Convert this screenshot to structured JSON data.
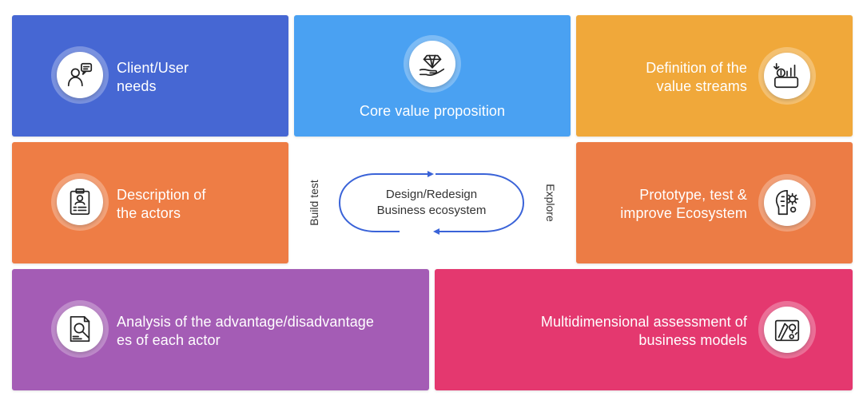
{
  "tiles": {
    "client": {
      "label": "Client/User\nneeds",
      "icon": "client-user-icon",
      "color": "#4667d3"
    },
    "core": {
      "label": "Core value proposition",
      "icon": "diamond-hand-icon",
      "color": "#4aa1f2"
    },
    "definition": {
      "label": "Definition of the\nvalue streams",
      "icon": "value-streams-icon",
      "color": "#f0a83a"
    },
    "description": {
      "label": "Description of\nthe actors",
      "icon": "clipboard-profile-icon",
      "color": "#ee7d45"
    },
    "prototype": {
      "label": "Prototype, test &\nimprove Ecosystem",
      "icon": "gear-head-icon",
      "color": "#ec7c45"
    },
    "analysis": {
      "label": "Analysis of the advantage/disadvantage\nes of each actor",
      "icon": "document-magnifier-icon",
      "color": "#a45cb5"
    },
    "multidimensional": {
      "label": "Multidimensional assessment of\nbusiness models",
      "icon": "blueprint-tools-icon",
      "color": "#e4386f"
    }
  },
  "center": {
    "label": "Design/Redesign\nBusiness ecosystem",
    "left_label": "Build test",
    "right_label": "Explore",
    "arrow_color": "#3a63d8"
  }
}
